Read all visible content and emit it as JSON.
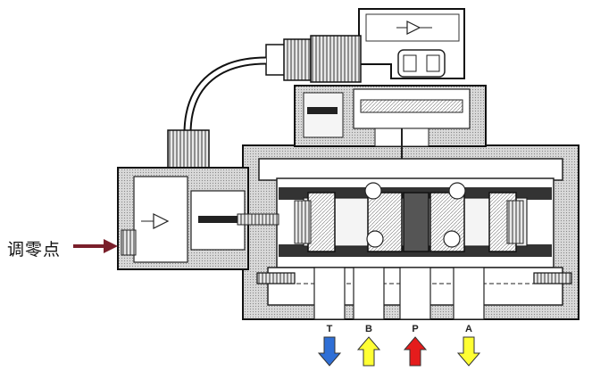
{
  "annotation": {
    "zero_adjust_label": "调零点",
    "arrow_color": "#7a1f2a"
  },
  "ports": [
    {
      "id": "T",
      "label": "T",
      "flow": "out",
      "color": "#2f6fd6"
    },
    {
      "id": "B",
      "label": "B",
      "flow": "in",
      "color": "#ffff33"
    },
    {
      "id": "P",
      "label": "P",
      "flow": "in",
      "color": "#e51c1c"
    },
    {
      "id": "A",
      "label": "A",
      "flow": "out",
      "color": "#ffff33"
    }
  ]
}
